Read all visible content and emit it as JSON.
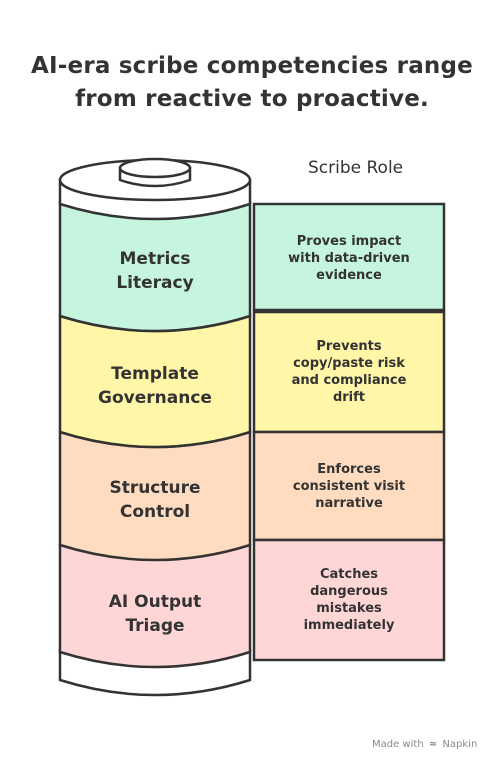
{
  "title": {
    "line1": "AI-era scribe competencies range",
    "line2": "from reactive to proactive."
  },
  "column_header": "Scribe Role",
  "segments": [
    {
      "label_line1": "Metrics",
      "label_line2": "Literacy",
      "desc": [
        "Proves impact",
        "with data-driven",
        "evidence"
      ],
      "color": "#c6f5df"
    },
    {
      "label_line1": "Template",
      "label_line2": "Governance",
      "desc": [
        "Prevents",
        "copy/paste risk",
        "and compliance",
        "drift"
      ],
      "color": "#fff6a8"
    },
    {
      "label_line1": "Structure",
      "label_line2": "Control",
      "desc": [
        "Enforces",
        "consistent visit",
        "narrative"
      ],
      "color": "#ffdcc0"
    },
    {
      "label_line1": "AI Output",
      "label_line2": "Triage",
      "desc": [
        "Catches",
        "dangerous",
        "mistakes",
        "immediately"
      ],
      "color": "#ffd6d6"
    }
  ],
  "footer": {
    "made_with": "Made with",
    "brand_icon": "napkin-bolt-icon",
    "brand": "Napkin"
  }
}
